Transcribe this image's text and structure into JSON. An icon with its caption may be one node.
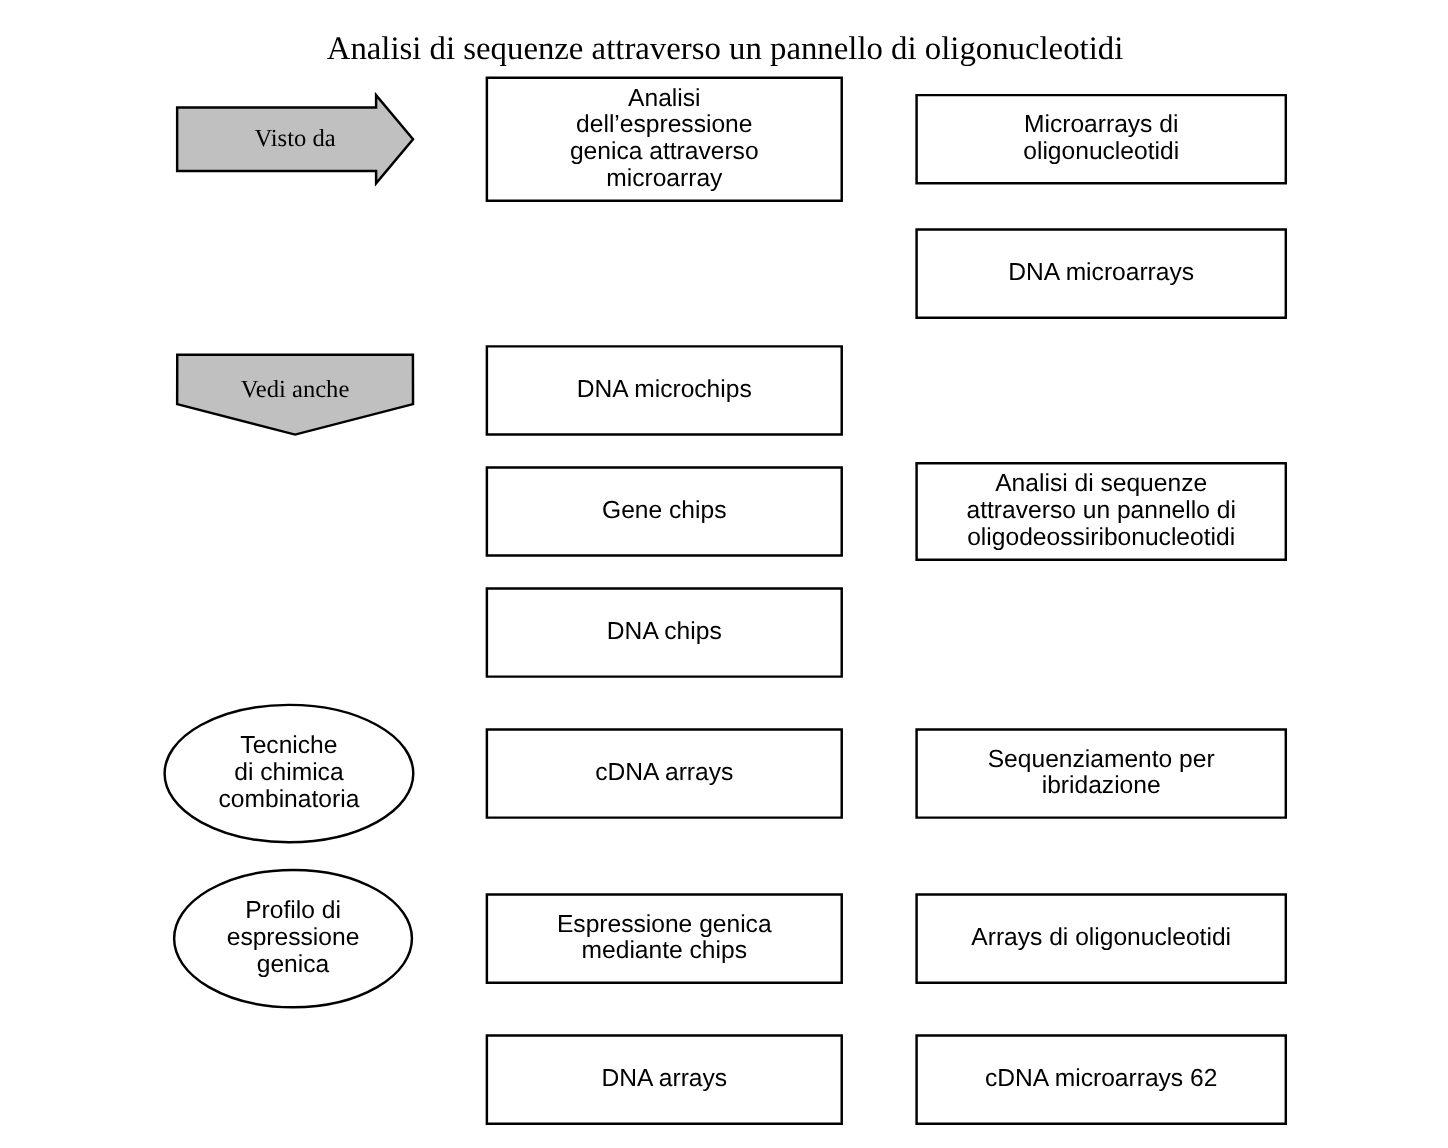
{
  "diagram": {
    "title": "Analisi di sequenze attraverso un pannello di oligonucleotidi",
    "nodes": [
      {
        "text": [
          "Visto da"
        ]
      },
      {
        "text": [
          "Analisi dell’espressione genica attraverso microarray"
        ]
      },
      {
        "text": [
          "Microarrays di oligonucleotidi"
        ]
      },
      {
        "text": [
          "DNA microarrays"
        ]
      },
      {
        "text": [
          "Vedi anche"
        ]
      },
      {
        "text": [
          "DNA microchips"
        ]
      },
      {
        "text": [
          "Gene chips"
        ]
      },
      {
        "text": [
          "Analisi di sequenze attraverso un pannello di oligodeossiribonucleotidi"
        ]
      },
      {
        "text": [
          "DNA chips"
        ]
      },
      {
        "text": [
          "Tecniche di chimica combinatoria"
        ]
      },
      {
        "text": [
          "cDNA arrays"
        ]
      },
      {
        "text": [
          "Sequenziamento per ibridazione"
        ]
      },
      {
        "text": [
          "Espressione genica mediante chips"
        ]
      },
      {
        "text": [
          "Profilo di espressione genica"
        ]
      },
      {
        "text": [
          "Arrays di oligonucleotidi"
        ]
      },
      {
        "text": [
          "DNA arrays"
        ]
      },
      {
        "text": [
          "cDNA microarrays 62"
        ]
      }
    ]
  }
}
